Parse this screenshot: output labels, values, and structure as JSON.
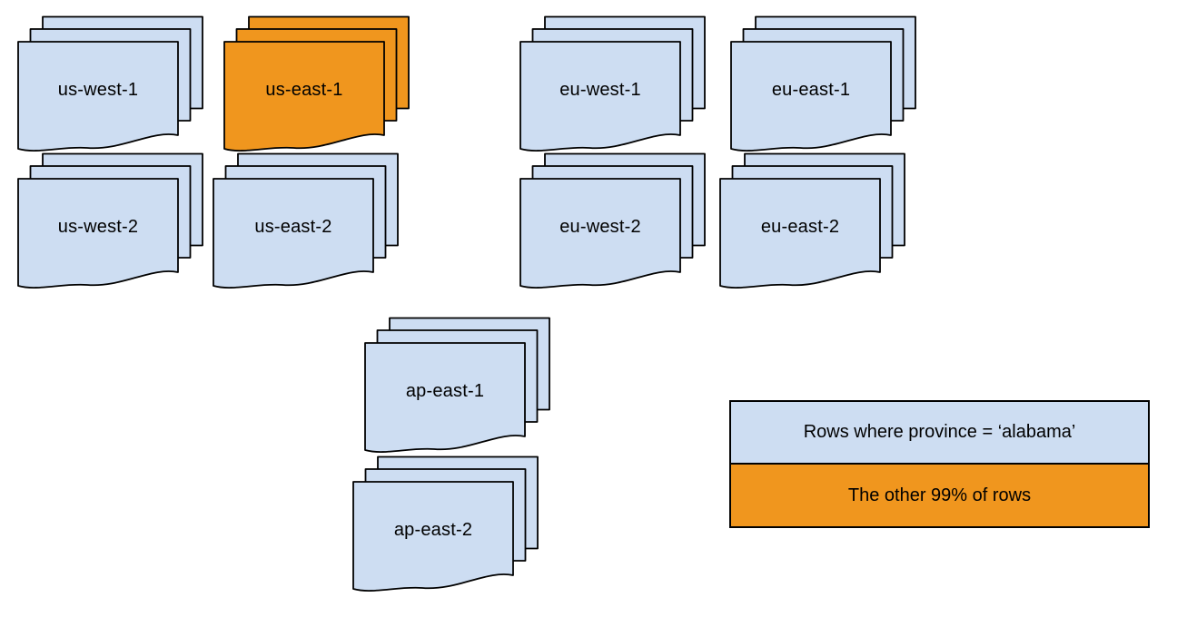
{
  "diagram": {
    "title": "",
    "stacks": [
      {
        "id": "us-west-1",
        "label": "us-west-1",
        "variant": "blue"
      },
      {
        "id": "us-east-1",
        "label": "us-east-1",
        "variant": "orange"
      },
      {
        "id": "eu-west-1",
        "label": "eu-west-1",
        "variant": "blue"
      },
      {
        "id": "eu-east-1",
        "label": "eu-east-1",
        "variant": "blue"
      },
      {
        "id": "us-west-2",
        "label": "us-west-2",
        "variant": "blue"
      },
      {
        "id": "us-east-2",
        "label": "us-east-2",
        "variant": "blue"
      },
      {
        "id": "eu-west-2",
        "label": "eu-west-2",
        "variant": "blue"
      },
      {
        "id": "eu-east-2",
        "label": "eu-east-2",
        "variant": "blue"
      },
      {
        "id": "ap-east-1",
        "label": "ap-east-1",
        "variant": "blue"
      },
      {
        "id": "ap-east-2",
        "label": "ap-east-2",
        "variant": "blue"
      }
    ],
    "legend": {
      "items": [
        {
          "label": "Rows where province = ‘alabama’",
          "variant": "blue"
        },
        {
          "label": "The other 99% of rows",
          "variant": "orange"
        }
      ]
    },
    "colors": {
      "region_fill": "#cdddf2",
      "highlight_fill": "#f0961e",
      "outline": "#000000"
    }
  }
}
